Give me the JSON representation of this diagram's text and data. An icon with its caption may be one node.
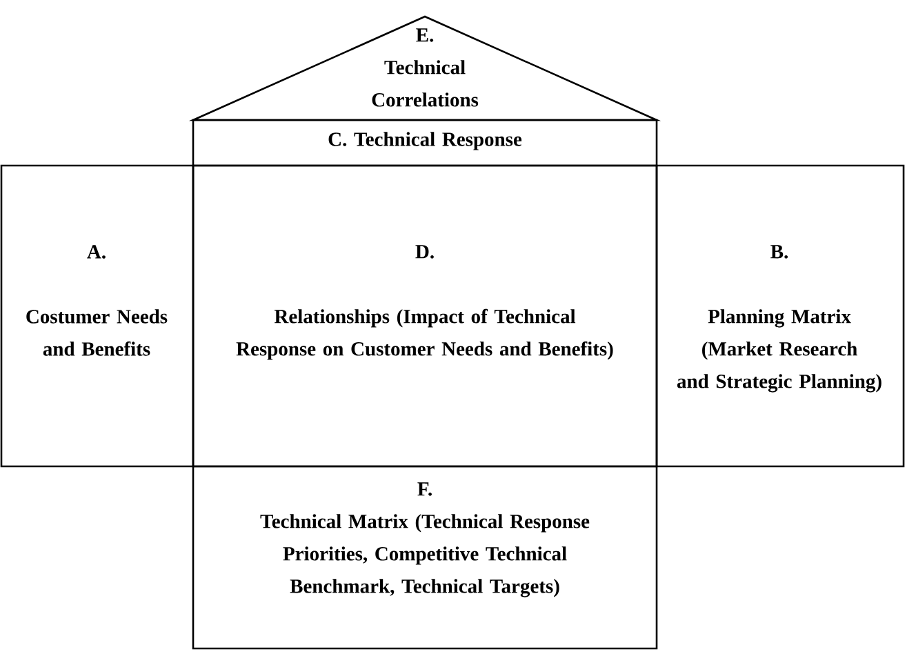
{
  "diagram": {
    "nodes": [
      {
        "text": [
          "E.",
          "Technical Correlations"
        ]
      },
      {
        "text": [
          "C. Technical Response"
        ]
      },
      {
        "text": [
          "A.",
          "Costumer Needs and Benefits"
        ]
      },
      {
        "text": [
          "D.",
          "Relationships (Impact of Technical Response on Customer Needs and Benefits)"
        ]
      },
      {
        "text": [
          "B.",
          "Planning Matrix (Market Research and Strategic Planning)"
        ]
      },
      {
        "text": [
          "F.",
          "Technical Matrix (Technical Response Priorities, Competitive Technical Benchmark, Technical Targets)"
        ]
      }
    ]
  }
}
